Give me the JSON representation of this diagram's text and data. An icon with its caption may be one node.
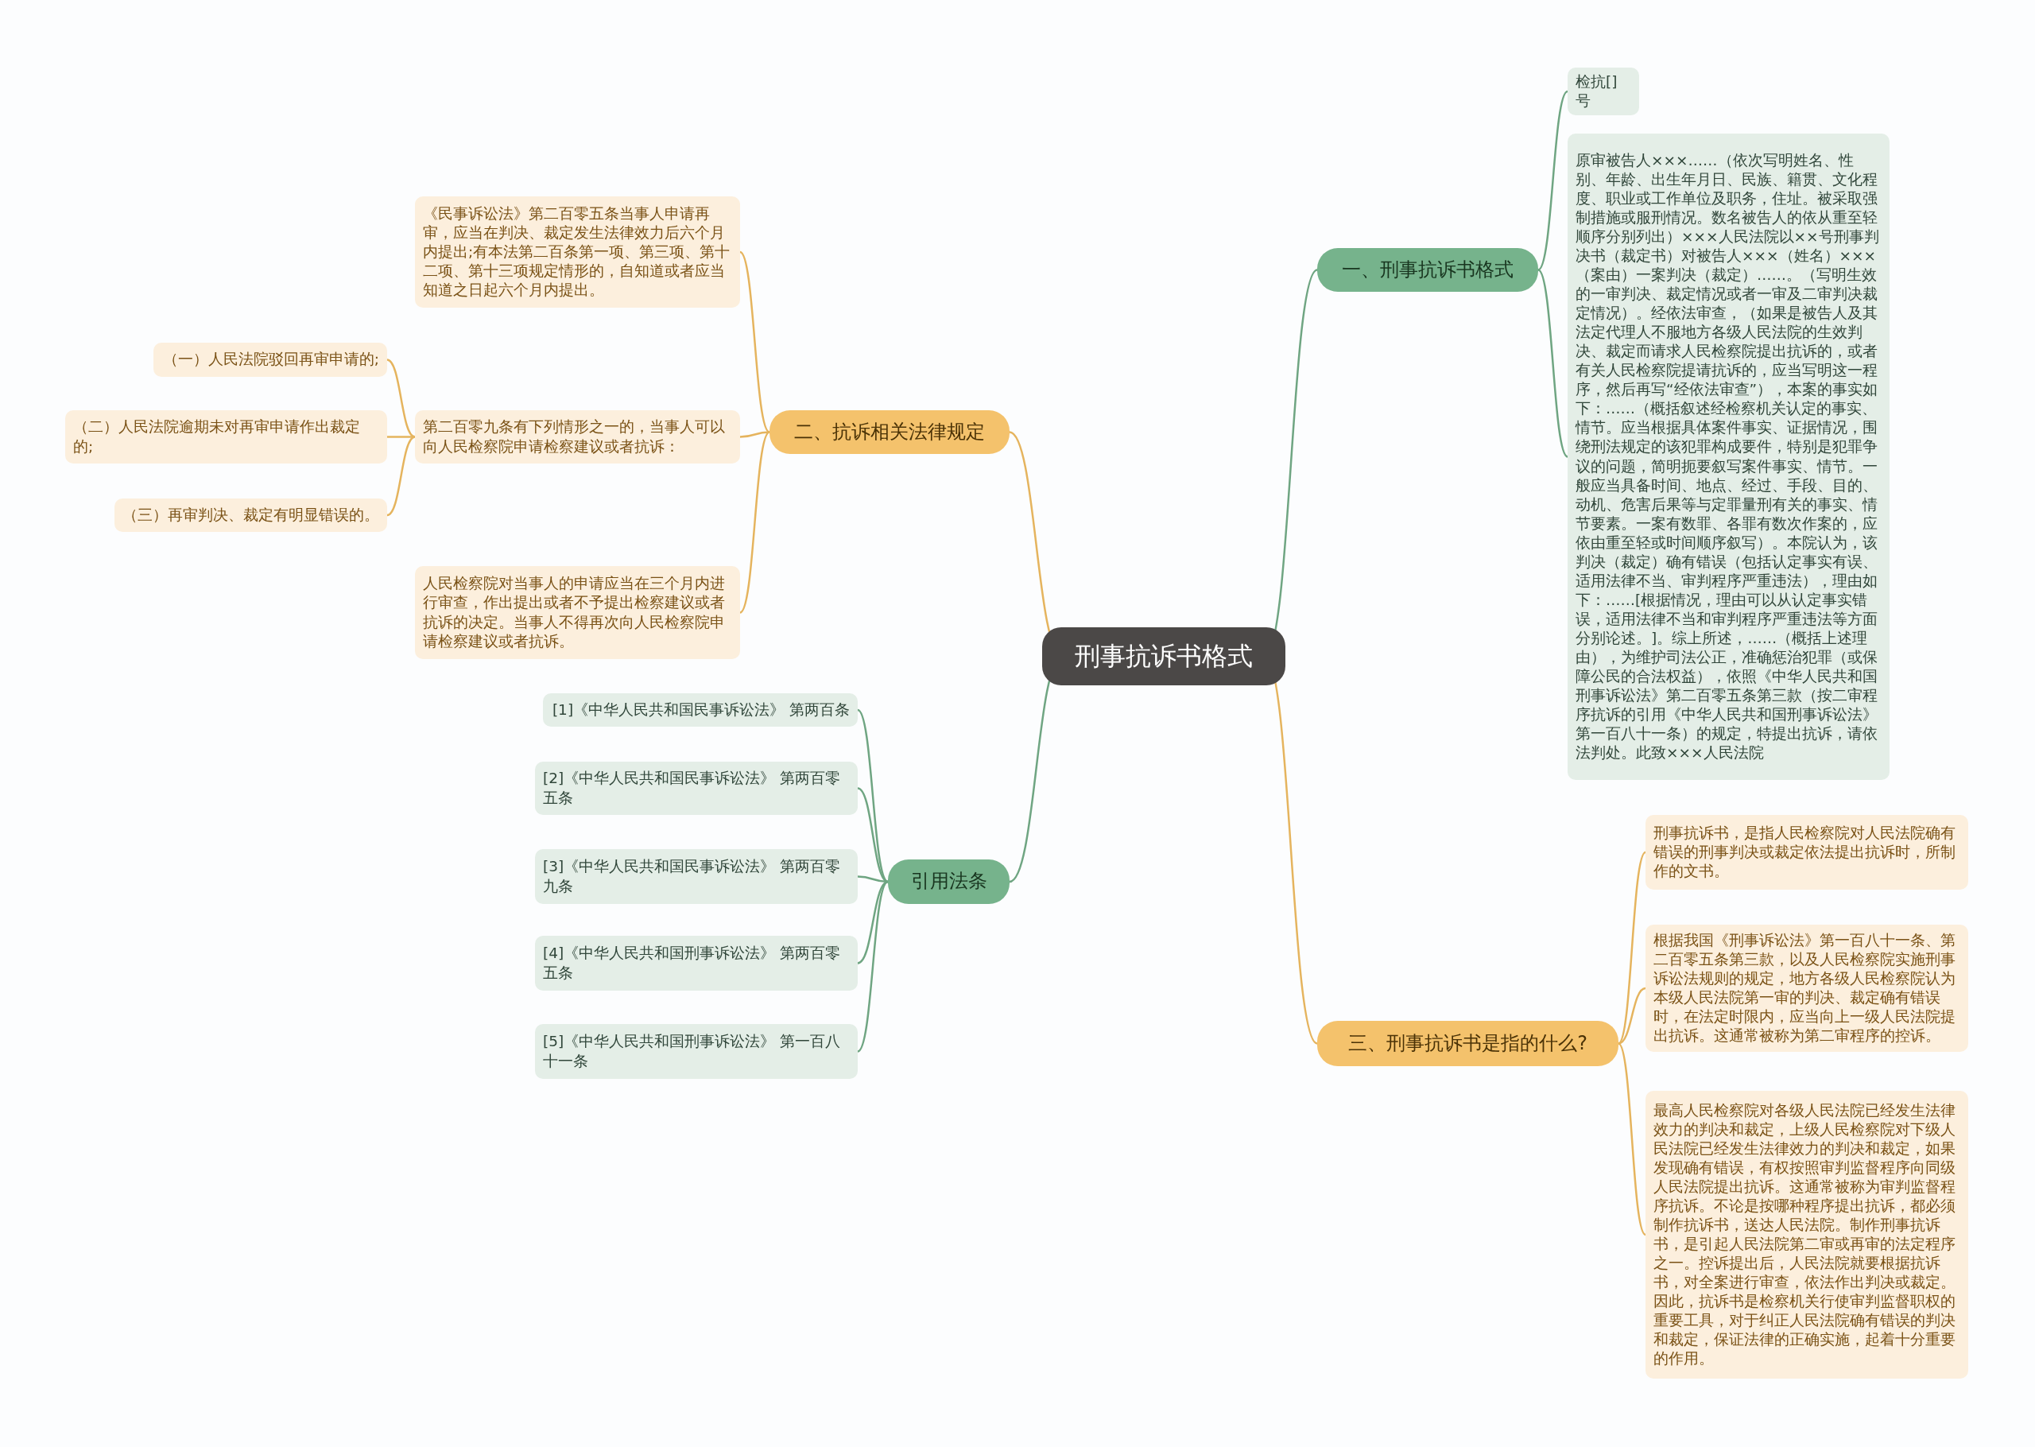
{
  "diagram": {
    "nodes": [
      {
        "text": [
          "刑事抗诉书格式"
        ]
      },
      {
        "text": [
          "一、刑事抗诉书格式"
        ]
      },
      {
        "text": [
          "检抗[]号"
        ]
      },
      {
        "text": [
          "原审被告人×××……（依次写明姓名、性别、年龄、出生年月日、民族、籍贯、文化程度、职业或工作单位及职务，住址。被采取强制措施或服刑情况。数名被告人的依从重至轻顺序分别列出）×××人民法院以××号刑事判决书（裁定书）对被告人×××（姓名）×××（案由）一案判决（裁定）……。（写明生效的一审判决、裁定情况或者一审及二审判决裁定情况）。经依法审查，（如果是被告人及其法定代理人不服地方各级人民法院的生效判决、裁定而请求人民检察院提出抗诉的，或者有关人民检察院提请抗诉的，应当写明这一程序，然后再写“经依法审查”），本案的事实如下：……（概括叙述经检察机关认定的事实、情节。应当根据具体案件事实、证据情况，围绕刑法规定的该犯罪构成要件，特别是犯罪争议的问题，简明扼要叙写案件事实、情节。一般应当具备时间、地点、经过、手段、目的、动机、危害后果等与定罪量刑有关的事实、情节要素。一案有数罪、各罪有数次作案的，应依由重至轻或时间顺序叙写）。本院认为，该判决（裁定）确有错误（包括认定事实有误、适用法律不当、审判程序严重违法），理由如下：……[根据情况，理由可以从认定事实错误，适用法律不当和审判程序严重违法等方面分别论述。]。综上所述，……（概括上述理由），为维护司法公正，准确惩治犯罪（或保障公民的合法权益），依照《中华人民共和国刑事诉讼法》第二百零五条第三款（按二审程序抗诉的引用《中华人民共和国刑事诉讼法》第一百八十一条）的规定，特提出抗诉，请依法判处。此致×××人民法院"
        ]
      },
      {
        "text": [
          "二、抗诉相关法律规定"
        ]
      },
      {
        "text": [
          "《民事诉讼法》第二百零五条当事人申请再审，应当在判决、裁定发生法律效力后六个月内提出;有本法第二百条第一项、第三项、第十二项、第十三项规定情形的，自知道或者应当知道之日起六个月内提出。"
        ]
      },
      {
        "text": [
          "第二百零九条有下列情形之一的，当事人可以向人民检察院申请检察建议或者抗诉："
        ]
      },
      {
        "text": [
          "（一）人民法院驳回再审申请的;"
        ]
      },
      {
        "text": [
          "（二）人民法院逾期未对再审申请作出裁定的;"
        ]
      },
      {
        "text": [
          "（三）再审判决、裁定有明显错误的。"
        ]
      },
      {
        "text": [
          "人民检察院对当事人的申请应当在三个月内进行审查，作出提出或者不予提出检察建议或者抗诉的决定。当事人不得再次向人民检察院申请检察建议或者抗诉。"
        ]
      },
      {
        "text": [
          "引用法条"
        ]
      },
      {
        "text": [
          "[1]《中华人民共和国民事诉讼法》 第两百条"
        ]
      },
      {
        "text": [
          "[2]《中华人民共和国民事诉讼法》 第两百零五条"
        ]
      },
      {
        "text": [
          "[3]《中华人民共和国民事诉讼法》 第两百零九条"
        ]
      },
      {
        "text": [
          "[4]《中华人民共和国刑事诉讼法》 第两百零五条"
        ]
      },
      {
        "text": [
          "[5]《中华人民共和国刑事诉讼法》 第一百八十一条"
        ]
      },
      {
        "text": [
          "三、刑事抗诉书是指的什么?"
        ]
      },
      {
        "text": [
          "刑事抗诉书，是指人民检察院对人民法院确有错误的刑事判决或裁定依法提出抗诉时，所制作的文书。"
        ]
      },
      {
        "text": [
          "根据我国《刑事诉讼法》第一百八十一条、第二百零五条第三款，以及人民检察院实施刑事诉讼法规则的规定，地方各级人民检察院认为本级人民法院第一审的判决、裁定确有错误时，在法定时限内，应当向上一级人民法院提出抗诉。这通常被称为第二审程序的控诉。"
        ]
      },
      {
        "text": [
          "最高人民检察院对各级人民法院已经发生法律效力的判决和裁定，上级人民检察院对下级人民法院已经发生法律效力的判决和裁定，如果发现确有错误，有权按照审判监督程序向同级人民法院提出抗诉。这通常被称为审判监督程序抗诉。不论是按哪种程序提出抗诉，都必须制作抗诉书，送达人民法院。制作刑事抗诉书，是引起人民法院第二审或再审的法定程序之一。控诉提出后，人民法院就要根据抗诉书，对全案进行审查，依法作出判决或裁定。因此，抗诉书是检察机关行使审判监督职权的重要工具，对于纠正人民法院确有错误的判决和裁定，保证法律的正确实施，起着十分重要的作用。"
        ]
      }
    ],
    "edges": [
      {
        "from": 0,
        "to": 1,
        "arrow": "none",
        "color": "#6fa582"
      },
      {
        "from": 1,
        "to": 2,
        "arrow": "none",
        "color": "#6fa582"
      },
      {
        "from": 1,
        "to": 3,
        "arrow": "none",
        "color": "#6fa582"
      },
      {
        "from": 0,
        "to": 4,
        "arrow": "none",
        "color": "#e5b45e"
      },
      {
        "from": 4,
        "to": 5,
        "arrow": "none",
        "color": "#e5b45e"
      },
      {
        "from": 4,
        "to": 6,
        "arrow": "none",
        "color": "#e5b45e"
      },
      {
        "from": 6,
        "to": 7,
        "arrow": "none",
        "color": "#e5b45e"
      },
      {
        "from": 6,
        "to": 8,
        "arrow": "none",
        "color": "#e5b45e"
      },
      {
        "from": 6,
        "to": 9,
        "arrow": "none",
        "color": "#e5b45e"
      },
      {
        "from": 4,
        "to": 10,
        "arrow": "none",
        "color": "#e5b45e"
      },
      {
        "from": 0,
        "to": 11,
        "arrow": "none",
        "color": "#6fa582"
      },
      {
        "from": 11,
        "to": 12,
        "arrow": "none",
        "color": "#6fa582"
      },
      {
        "from": 11,
        "to": 13,
        "arrow": "none",
        "color": "#6fa582"
      },
      {
        "from": 11,
        "to": 14,
        "arrow": "none",
        "color": "#6fa582"
      },
      {
        "from": 11,
        "to": 15,
        "arrow": "none",
        "color": "#6fa582"
      },
      {
        "from": 11,
        "to": 16,
        "arrow": "none",
        "color": "#6fa582"
      },
      {
        "from": 0,
        "to": 17,
        "arrow": "none",
        "color": "#e5b45e"
      },
      {
        "from": 17,
        "to": 18,
        "arrow": "none",
        "color": "#e5b45e"
      },
      {
        "from": 17,
        "to": 19,
        "arrow": "none",
        "color": "#e5b45e"
      },
      {
        "from": 17,
        "to": 20,
        "arrow": "none",
        "color": "#e5b45e"
      }
    ]
  }
}
